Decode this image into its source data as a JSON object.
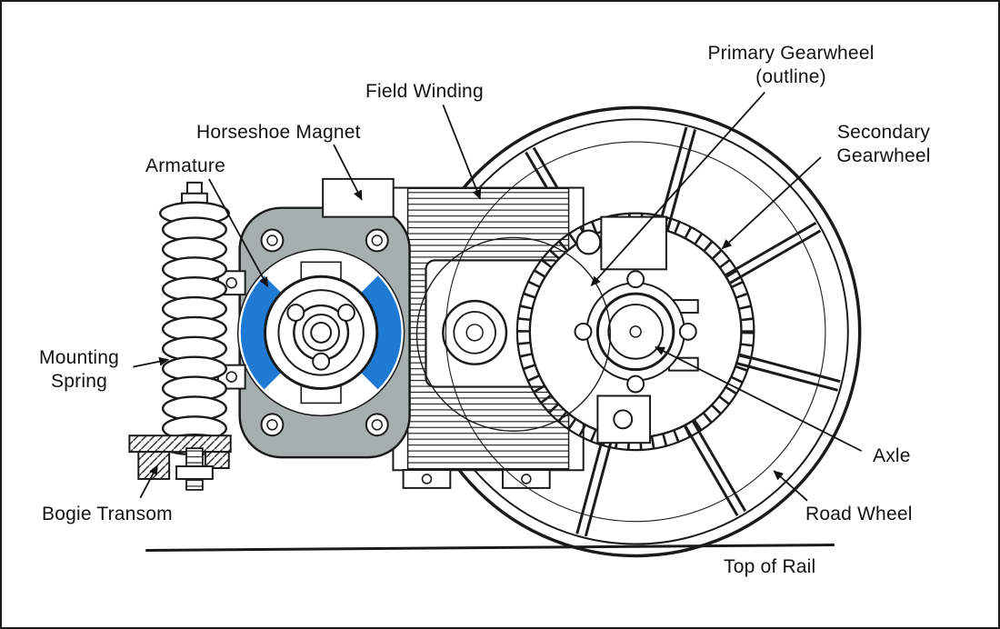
{
  "figure": {
    "labels": {
      "armature": "Armature",
      "horseshoe_magnet": "Horseshoe Magnet",
      "field_winding": "Field Winding",
      "primary_gearwheel": "Primary Gearwheel\n(outline)",
      "secondary_gearwheel": "Secondary\nGearwheel",
      "mounting_spring": "Mounting\nSpring",
      "bogie_transom": "Bogie Transom",
      "axle": "Axle",
      "road_wheel": "Road Wheel",
      "top_of_rail": "Top of Rail"
    },
    "colors": {
      "armature_blue": "#1e7ad3",
      "magnet_gray": "#a7afae",
      "ink": "#1a1a1a",
      "background": "#ffffff"
    }
  }
}
